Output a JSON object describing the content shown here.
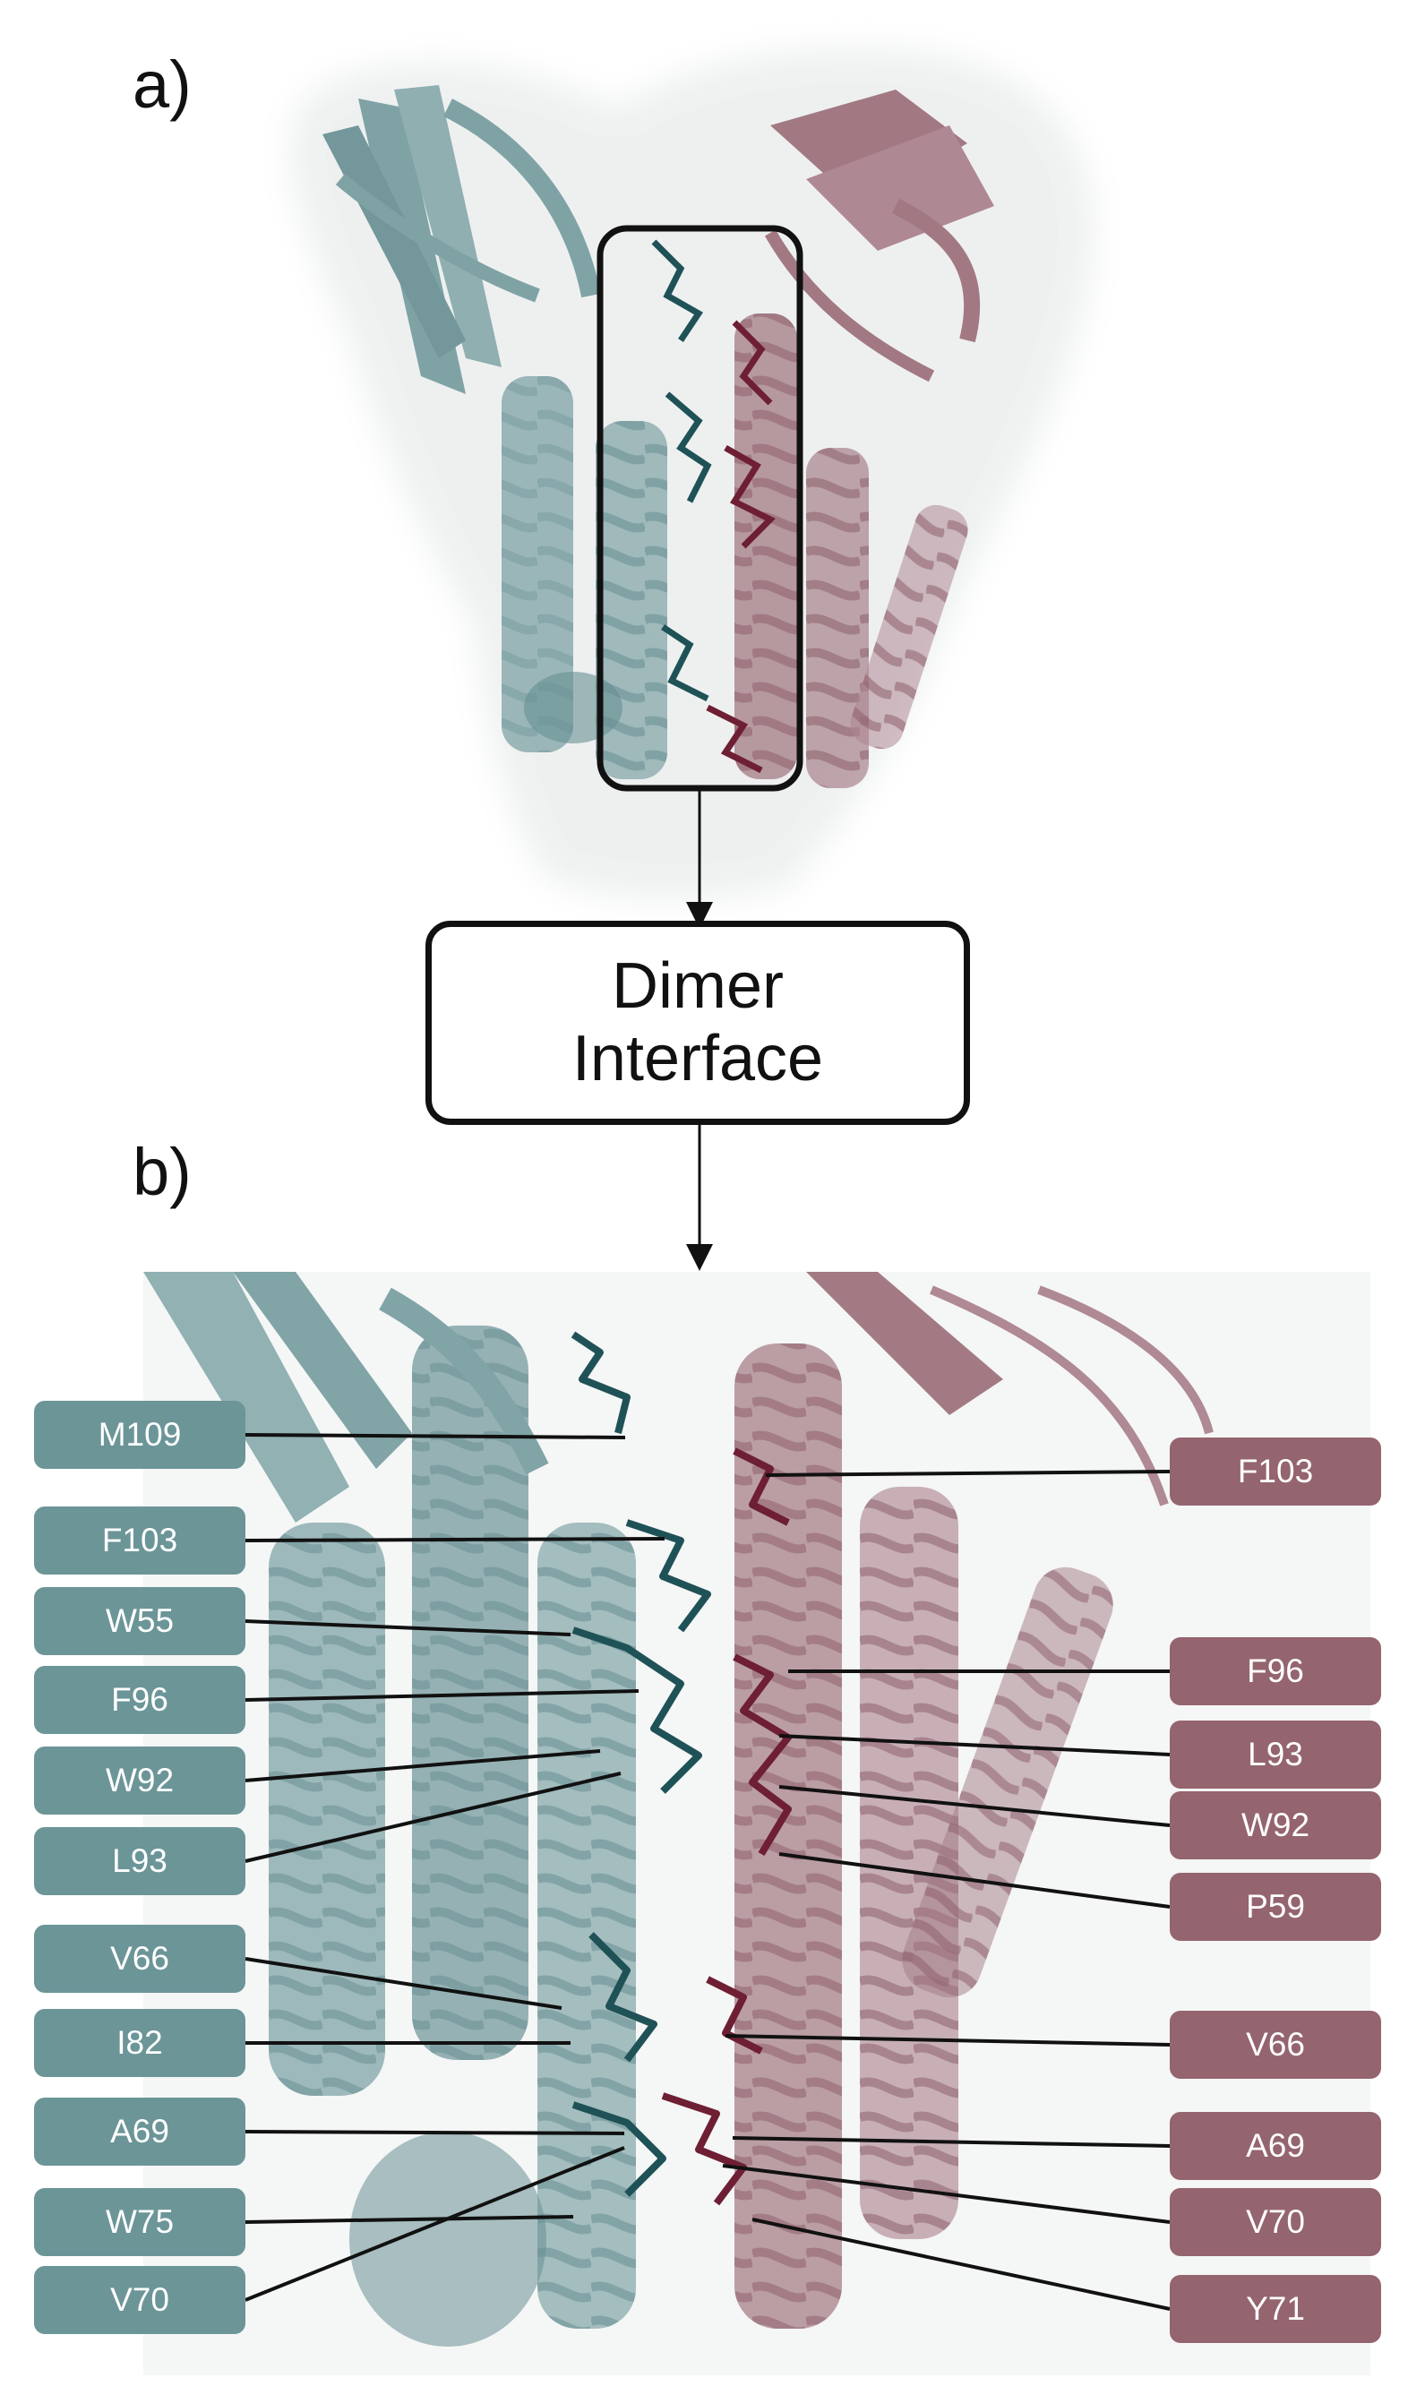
{
  "panel_a_label": "a)",
  "panel_b_label": "b)",
  "interface_box": {
    "line1": "Dimer",
    "line2": "Interface"
  },
  "colors": {
    "chain_a": "#6c9598",
    "chain_b": "#94646f",
    "chain_a_stick": "#1f5257",
    "chain_b_stick": "#6e1f33"
  },
  "chain_a_residues": [
    "M109",
    "F103",
    "W55",
    "F96",
    "W92",
    "L93",
    "V66",
    "I82",
    "A69",
    "W75",
    "V70"
  ],
  "chain_b_residues": [
    "F103",
    "F96",
    "L93",
    "W92",
    "P59",
    "V66",
    "A69",
    "V70",
    "Y71"
  ]
}
